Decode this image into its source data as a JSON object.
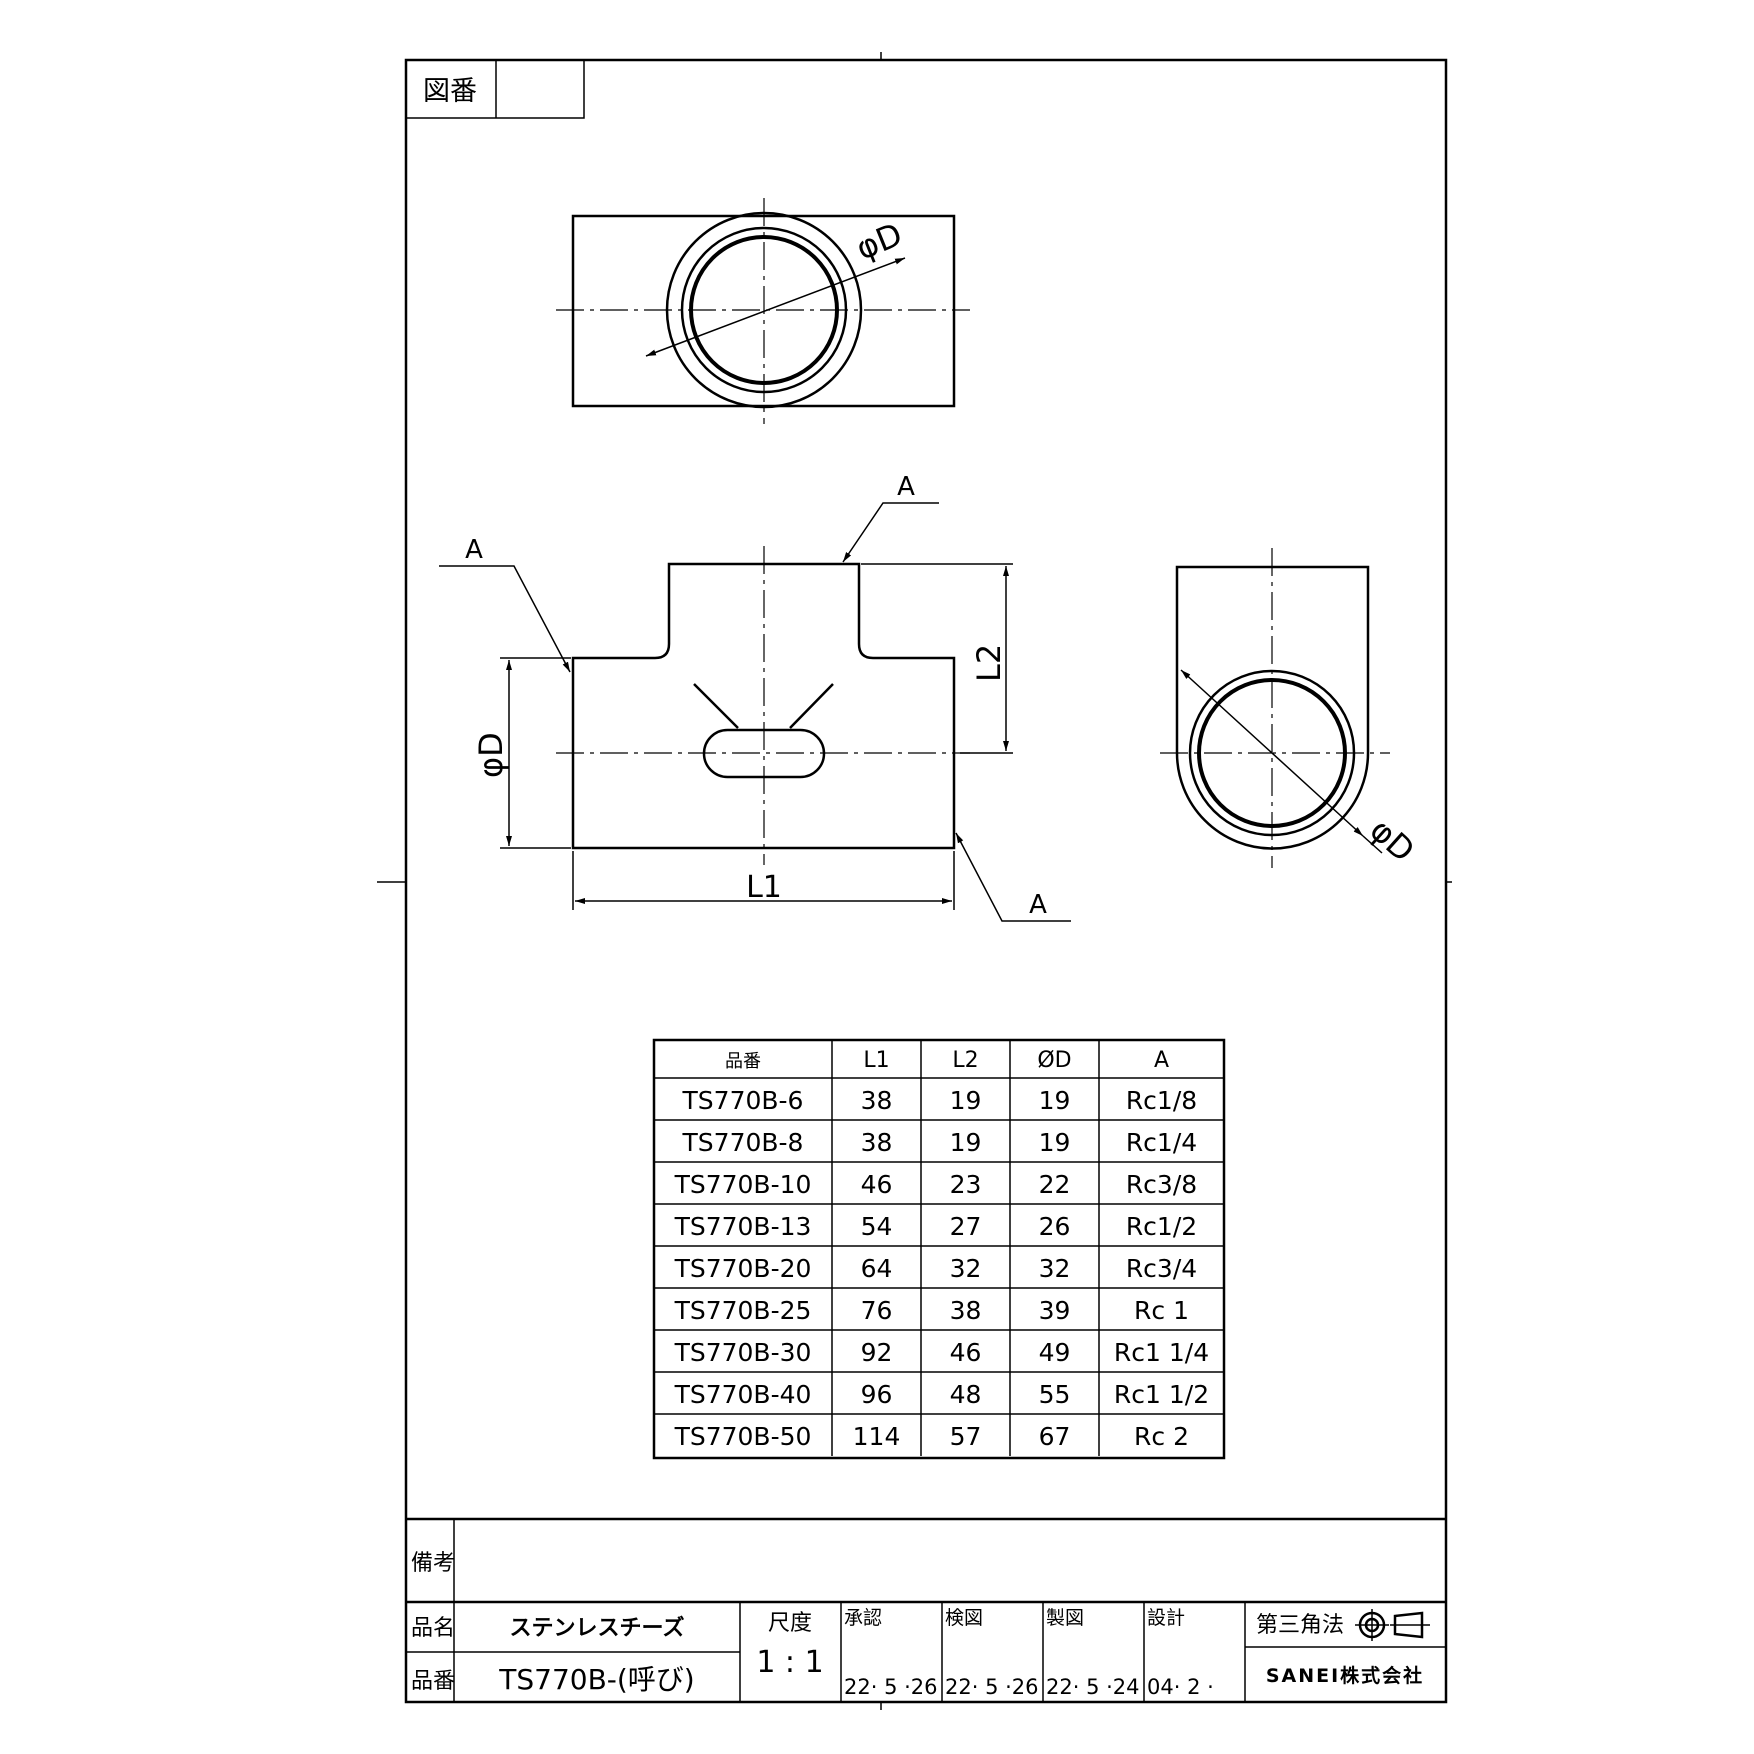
{
  "header": {
    "zuban_label": "図番",
    "zuban_value": ""
  },
  "drawing": {
    "dim_phi_d": "φD",
    "dim_a": "A",
    "dim_l1": "L1",
    "dim_l2": "L2"
  },
  "table": {
    "headers": [
      "品番",
      "L1",
      "L2",
      "ØD",
      "A"
    ],
    "rows": [
      [
        "TS770B-6",
        "38",
        "19",
        "19",
        "Rc1/8"
      ],
      [
        "TS770B-8",
        "38",
        "19",
        "19",
        "Rc1/4"
      ],
      [
        "TS770B-10",
        "46",
        "23",
        "22",
        "Rc3/8"
      ],
      [
        "TS770B-13",
        "54",
        "27",
        "26",
        "Rc1/2"
      ],
      [
        "TS770B-20",
        "64",
        "32",
        "32",
        "Rc3/4"
      ],
      [
        "TS770B-25",
        "76",
        "38",
        "39",
        "Rc 1"
      ],
      [
        "TS770B-30",
        "92",
        "46",
        "49",
        "Rc1 1/4"
      ],
      [
        "TS770B-40",
        "96",
        "48",
        "55",
        "Rc1 1/2"
      ],
      [
        "TS770B-50",
        "114",
        "57",
        "67",
        "Rc 2"
      ]
    ]
  },
  "title_block": {
    "remarks_label": "備考",
    "remarks_value": "",
    "name_label": "品名",
    "name_value": "ステンレスチーズ",
    "number_label": "品番",
    "number_value": "TS770B-(呼び)",
    "scale_label": "尺度",
    "scale_value": "1 : 1",
    "approval_label": "承認",
    "approval_date": "22· 5 ·26",
    "check_label": "検図",
    "check_date": "22· 5 ·26",
    "drafting_label": "製図",
    "drafting_date": "22· 5 ·24",
    "design_label": "設計",
    "design_date": "04· 2 ·",
    "projection_label": "第三角法",
    "company": "SANEI株式会社"
  }
}
